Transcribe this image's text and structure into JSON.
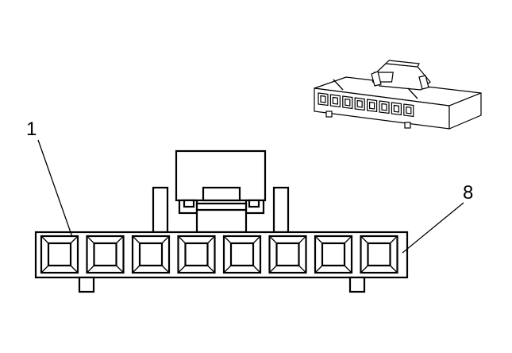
{
  "diagram": {
    "callouts": [
      {
        "id": "pin-first",
        "label": "1"
      },
      {
        "id": "pin-last",
        "label": "8"
      }
    ],
    "cavity_count": 8,
    "colors": {
      "line": "#000000",
      "background": "#ffffff"
    }
  }
}
